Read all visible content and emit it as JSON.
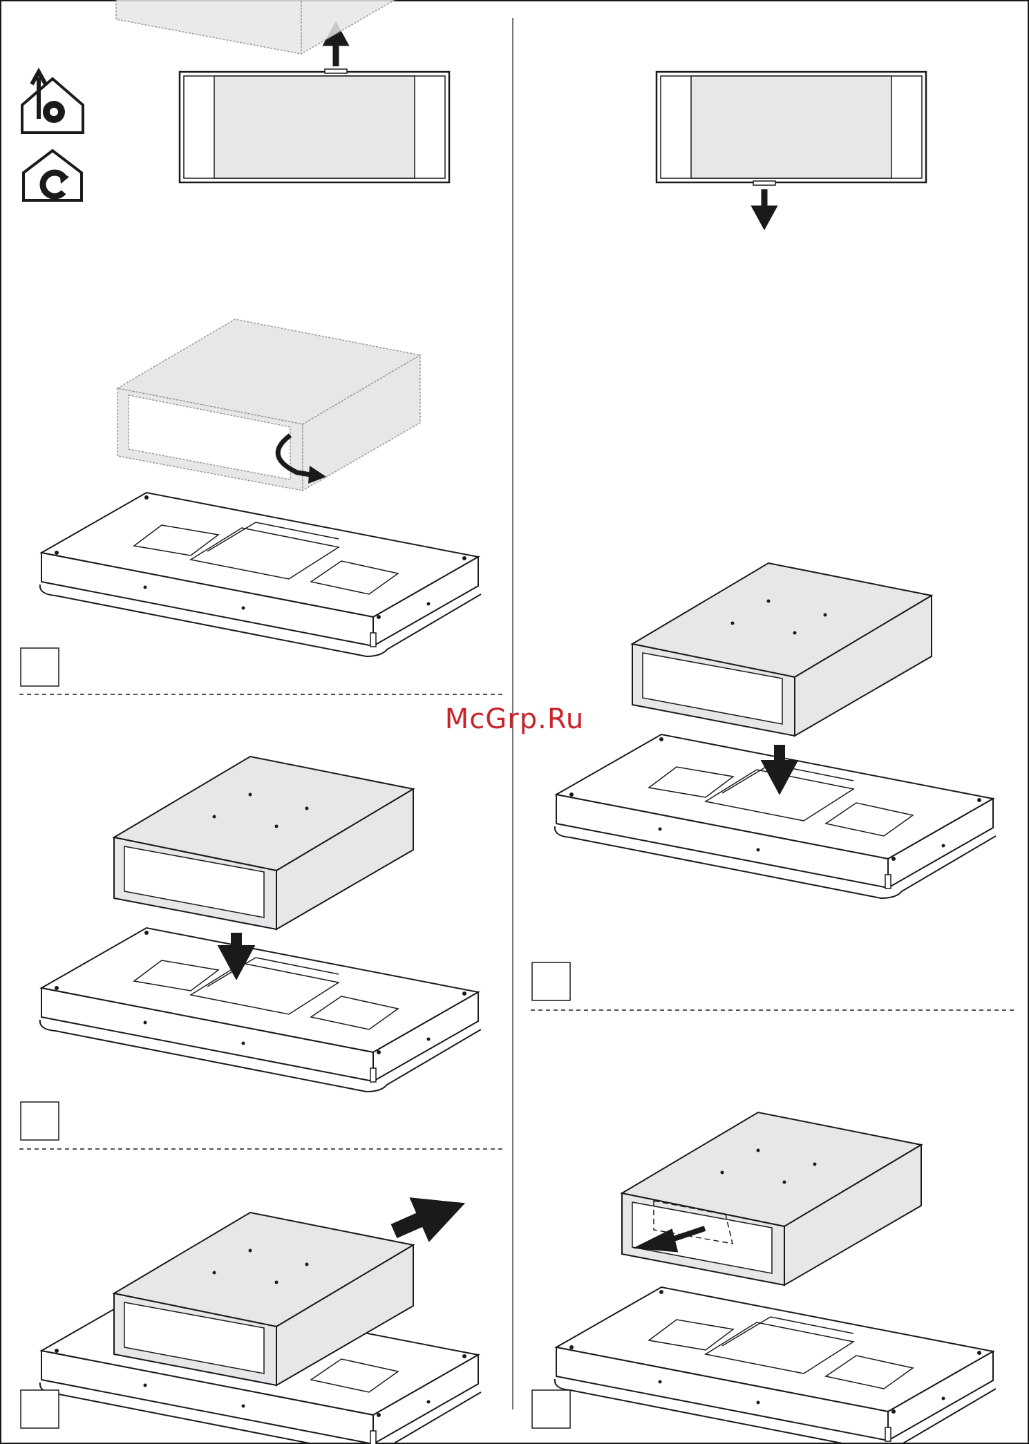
{
  "watermark": {
    "text": "McGrp.Ru",
    "color": "#c8242b"
  },
  "colors": {
    "line": "#1a1a1a",
    "fill": "#e6e7e8",
    "white": "#ffffff",
    "rule": "#777777"
  },
  "icons": [
    "ducted-extraction-icon",
    "recirculation-icon"
  ],
  "steps": [
    {
      "id": "step-1",
      "arrow": "up"
    },
    {
      "id": "step-2",
      "arrow": "down"
    },
    {
      "id": "step-3",
      "arrow": "rotate-remove"
    },
    {
      "id": "step-4",
      "arrow": "down-insert"
    },
    {
      "id": "step-5",
      "arrow": "down-insert"
    },
    {
      "id": "step-6",
      "arrow": "slide-back"
    },
    {
      "id": "step-7",
      "arrow": "slide-front"
    }
  ]
}
